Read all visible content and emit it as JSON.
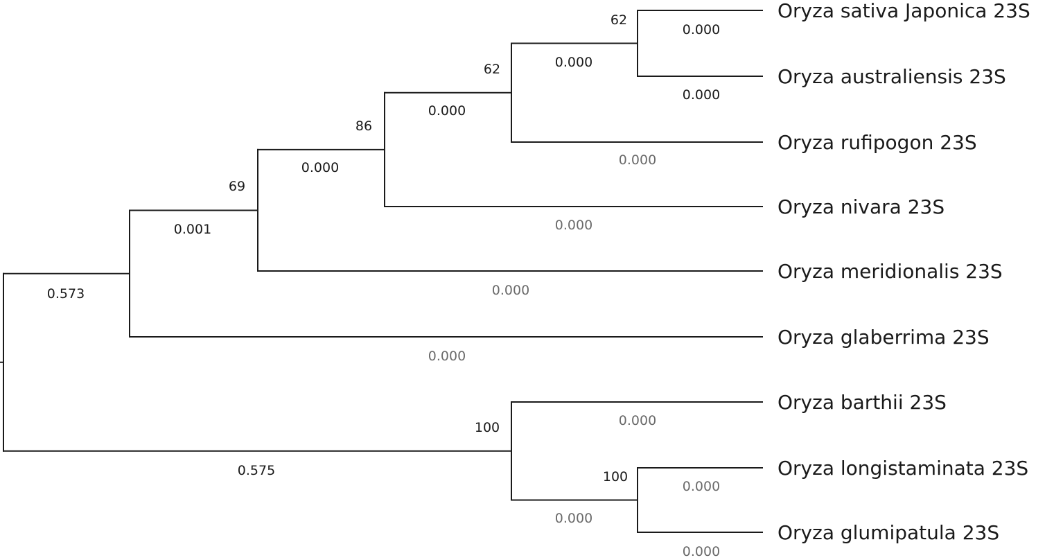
{
  "tree": {
    "leaves": [
      {
        "id": "japonica",
        "label": "Oryza sativa Japonica 23S",
        "branch_length": "0.000"
      },
      {
        "id": "australiensis",
        "label": "Oryza australiensis 23S",
        "branch_length": "0.000"
      },
      {
        "id": "rufipogon",
        "label": "Oryza rufipogon 23S",
        "branch_length": "0.000"
      },
      {
        "id": "nivara",
        "label": "Oryza nivara 23S",
        "branch_length": "0.000"
      },
      {
        "id": "meridionalis",
        "label": "Oryza meridionalis 23S",
        "branch_length": "0.000"
      },
      {
        "id": "glaberrima",
        "label": "Oryza glaberrima 23S",
        "branch_length": "0.000"
      },
      {
        "id": "barthii",
        "label": "Oryza barthii 23S",
        "branch_length": "0.000"
      },
      {
        "id": "longistaminata",
        "label": "Oryza longistaminata 23S",
        "branch_length": "0.000"
      },
      {
        "id": "glumipatula",
        "label": "Oryza glumipatula 23S",
        "branch_length": "0.000"
      }
    ],
    "nodes": [
      {
        "id": "n_jap_aus",
        "children": [
          "japonica",
          "australiensis"
        ],
        "support": "62",
        "branch_length": "0.000"
      },
      {
        "id": "n_ruf",
        "children": [
          "n_jap_aus",
          "rufipogon"
        ],
        "support": "62",
        "branch_length": "0.000"
      },
      {
        "id": "n_niv",
        "children": [
          "n_ruf",
          "nivara"
        ],
        "support": "86",
        "branch_length": "0.000"
      },
      {
        "id": "n_mer",
        "children": [
          "n_niv",
          "meridionalis"
        ],
        "support": "69",
        "branch_length": "0.001"
      },
      {
        "id": "n_sativa_group",
        "children": [
          "n_mer",
          "glaberrima"
        ],
        "support": "",
        "branch_length": "0.573"
      },
      {
        "id": "n_long_glum",
        "children": [
          "longistaminata",
          "glumipatula"
        ],
        "support": "100",
        "branch_length": "0.000"
      },
      {
        "id": "n_barthii_group",
        "children": [
          "barthii",
          "n_long_glum"
        ],
        "support": "100",
        "branch_length": "0.575"
      },
      {
        "id": "root",
        "children": [
          "n_sativa_group",
          "n_barthii_group"
        ],
        "support": "",
        "branch_length": ""
      }
    ]
  },
  "colors": {
    "line": "#1a1a1a",
    "text": "#1a1a1a",
    "leaf_branch_label": "#6a6a6a"
  }
}
